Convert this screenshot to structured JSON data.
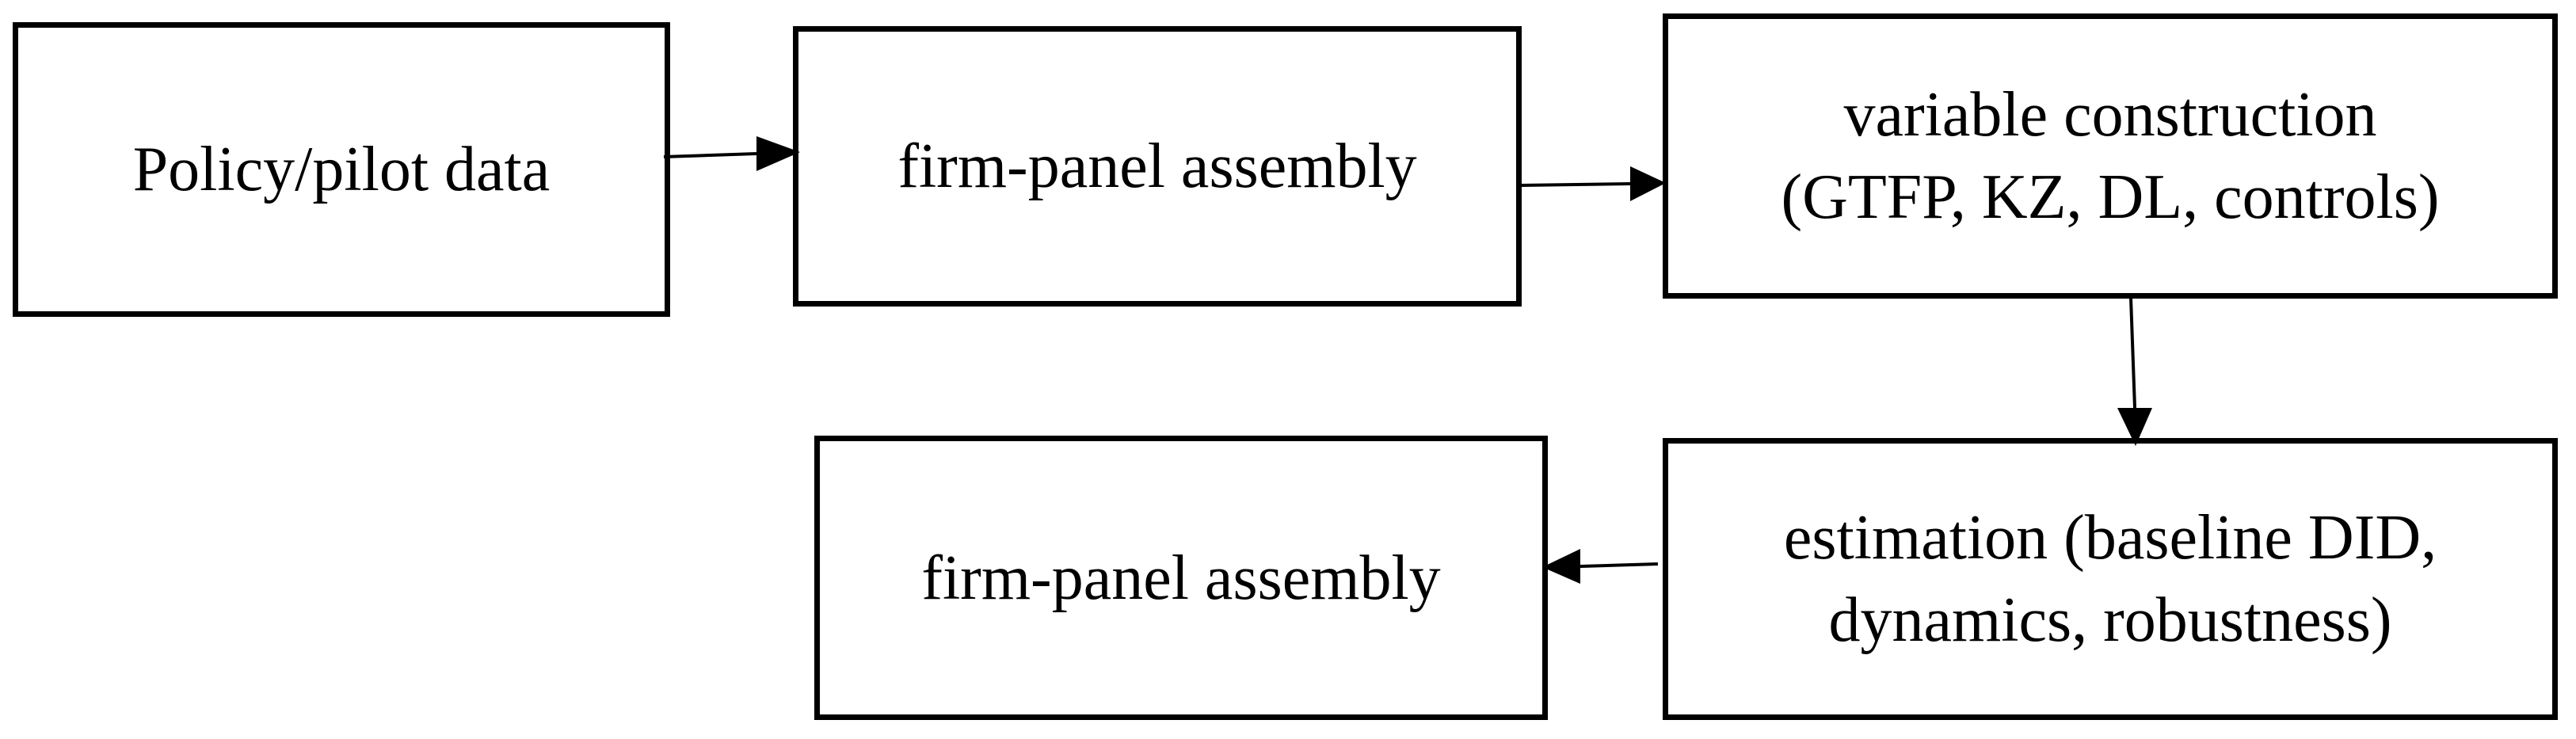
{
  "nodes": {
    "policy": {
      "line1": "Policy/pilot data"
    },
    "panel": {
      "line1": "firm-panel assembly"
    },
    "variable": {
      "line1": "variable construction",
      "line2": "(GTFP, KZ, DL, controls)"
    },
    "estimation": {
      "line1": "estimation (baseline DID,",
      "line2": "dynamics, robustness)"
    },
    "panel_out": {
      "line1": "firm-panel assembly"
    }
  },
  "edges": [
    {
      "from": "policy",
      "to": "panel"
    },
    {
      "from": "panel",
      "to": "variable"
    },
    {
      "from": "variable",
      "to": "estimation"
    },
    {
      "from": "estimation",
      "to": "panel_out"
    }
  ],
  "colors": {
    "stroke": "#000000",
    "background": "#ffffff"
  }
}
